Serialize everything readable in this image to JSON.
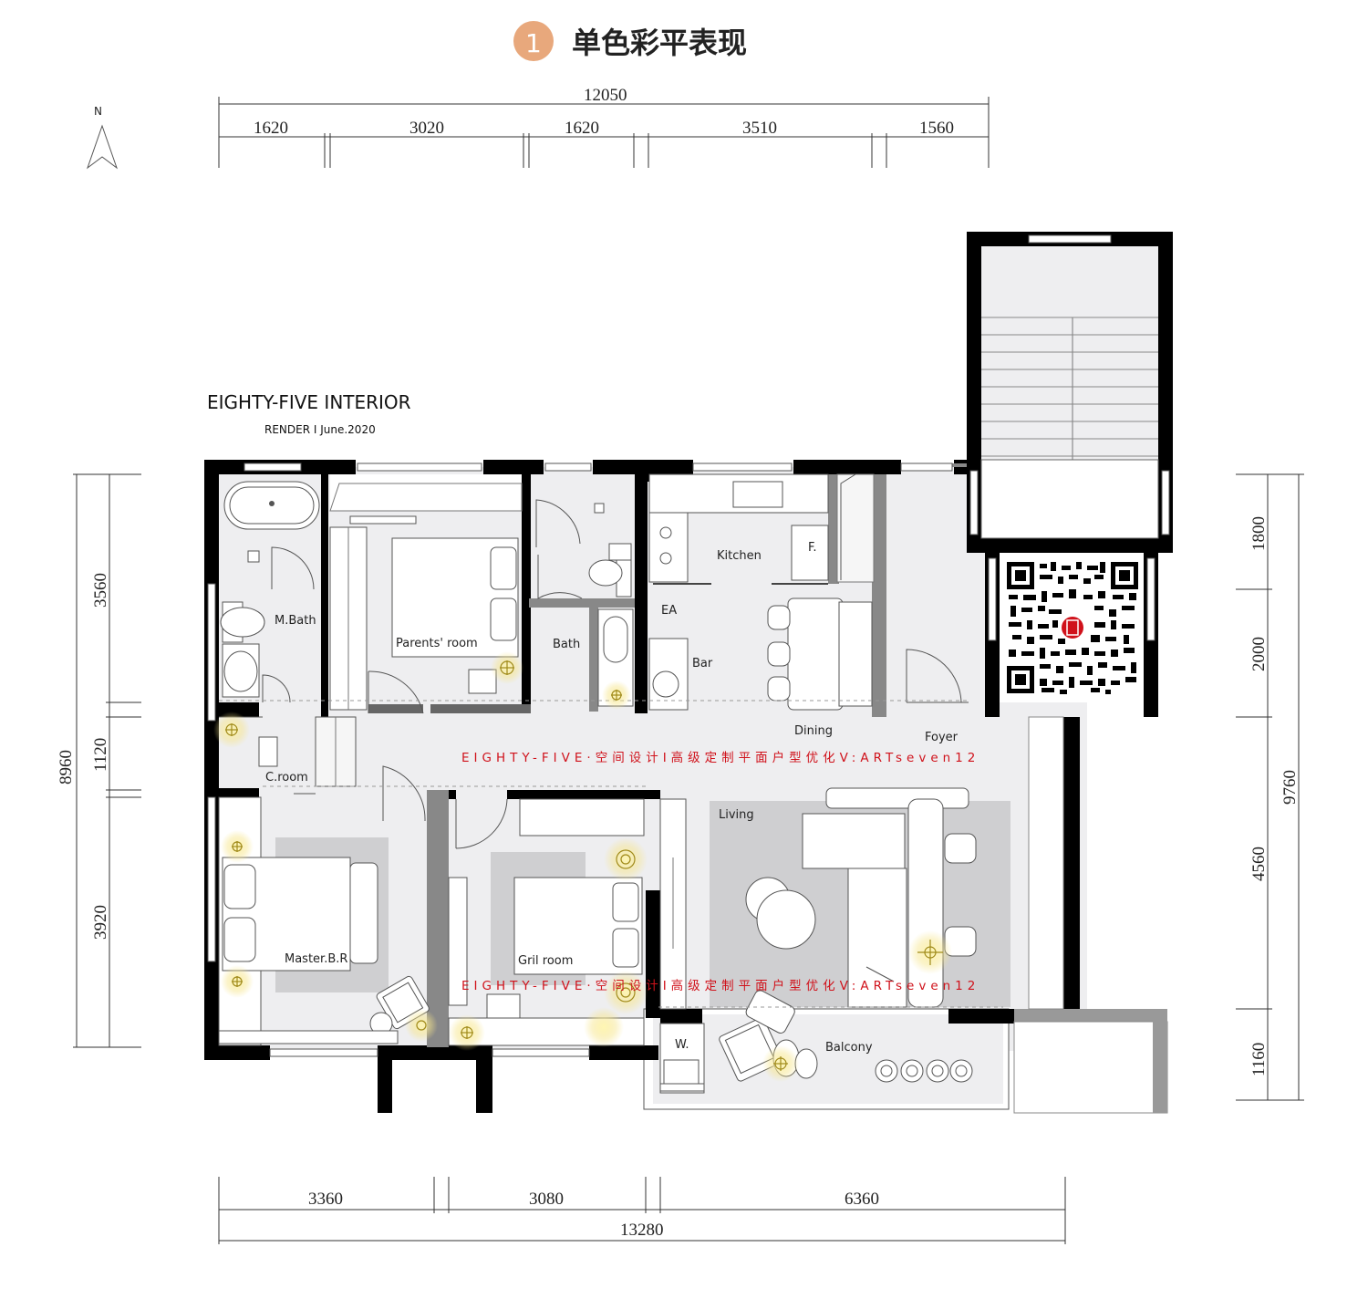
{
  "header": {
    "badge_number": "1",
    "title": "单色彩平表现",
    "badge_color": "#e8a87c"
  },
  "compass": {
    "label": "N"
  },
  "brand": {
    "name": "EIGHTY-FIVE INTERIOR",
    "subtitle": "RENDER  I  June.2020"
  },
  "dimensions": {
    "top_total": "12050",
    "top_segments": [
      "1620",
      "3020",
      "1620",
      "3510",
      "1560"
    ],
    "bottom_segments": [
      "3360",
      "3080",
      "6360"
    ],
    "bottom_total": "13280",
    "left_total": "8960",
    "left_segments": [
      "3560",
      "1120",
      "3920"
    ],
    "right_total": "9760",
    "right_segments": [
      "1800",
      "2000",
      "4560",
      "1160"
    ]
  },
  "rooms": {
    "m_bath": "M.Bath",
    "parents_room": "Parents' room",
    "bath": "Bath",
    "kitchen": "Kitchen",
    "fridge": "F.",
    "ea": "EA",
    "bar": "Bar",
    "dining": "Dining",
    "foyer": "Foyer",
    "c_room": "C.room",
    "living": "Living",
    "master_br": "Master.B.R",
    "girl_room": "Gril room",
    "washer": "W.",
    "balcony": "Balcony"
  },
  "watermark": {
    "text": "EIGHTY-FIVE·空间设计I高级定制平面户型优化V:ARTseven12",
    "color": "#d0121b"
  },
  "colors": {
    "wall": "#000000",
    "floor": "#eeeef0",
    "rug": "#cfcfd1"
  },
  "qr_code": {
    "icon": "qr-code-icon"
  }
}
